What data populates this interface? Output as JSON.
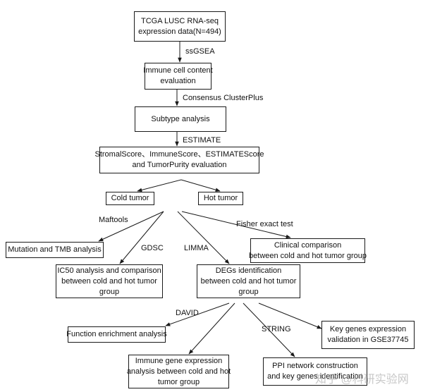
{
  "boxes": {
    "tcga": [
      "TCGA LUSC RNA-seq",
      "expression data(N=494)"
    ],
    "immune_content": [
      "Immune cell content",
      "evaluation"
    ],
    "subtype": [
      "Subtype analysis"
    ],
    "estimate_eval": [
      "StromalScore、ImmuneScore、ESTIMATEScore",
      "and TumorPurity evaluation"
    ],
    "cold": [
      "Cold tumor"
    ],
    "hot": [
      "Hot tumor"
    ],
    "mutation": [
      "Mutation and TMB analysis"
    ],
    "clinical": [
      "Clinical comparison",
      "between cold and hot tumor group"
    ],
    "ic50": [
      "IC50 analysis and comparison",
      "between cold and hot tumor",
      "group"
    ],
    "degs": [
      "DEGs identification",
      "between cold and hot tumor",
      "group"
    ],
    "function": [
      "Function enrichment analysis"
    ],
    "key_validation": [
      "Key genes expression",
      "validation in GSE37745"
    ],
    "immune_gene": [
      "Immune gene expression",
      "analysis between cold and hot",
      "tumor group"
    ],
    "ppi": [
      "PPI network construction",
      "and key genes identification"
    ]
  },
  "edge_labels": {
    "ssgsea": "ssGSEA",
    "consensus": "Consensus ClusterPlus",
    "estimate": "ESTIMATE",
    "maftools": "Maftools",
    "fisher": "Fisher exact test",
    "gdsc": "GDSC",
    "limma": "LIMMA",
    "david": "DAVID",
    "string": "STRING"
  },
  "watermark": "知乎 @科研实验网",
  "colors": {
    "stroke": "#1a1a1a",
    "text": "#111111"
  }
}
